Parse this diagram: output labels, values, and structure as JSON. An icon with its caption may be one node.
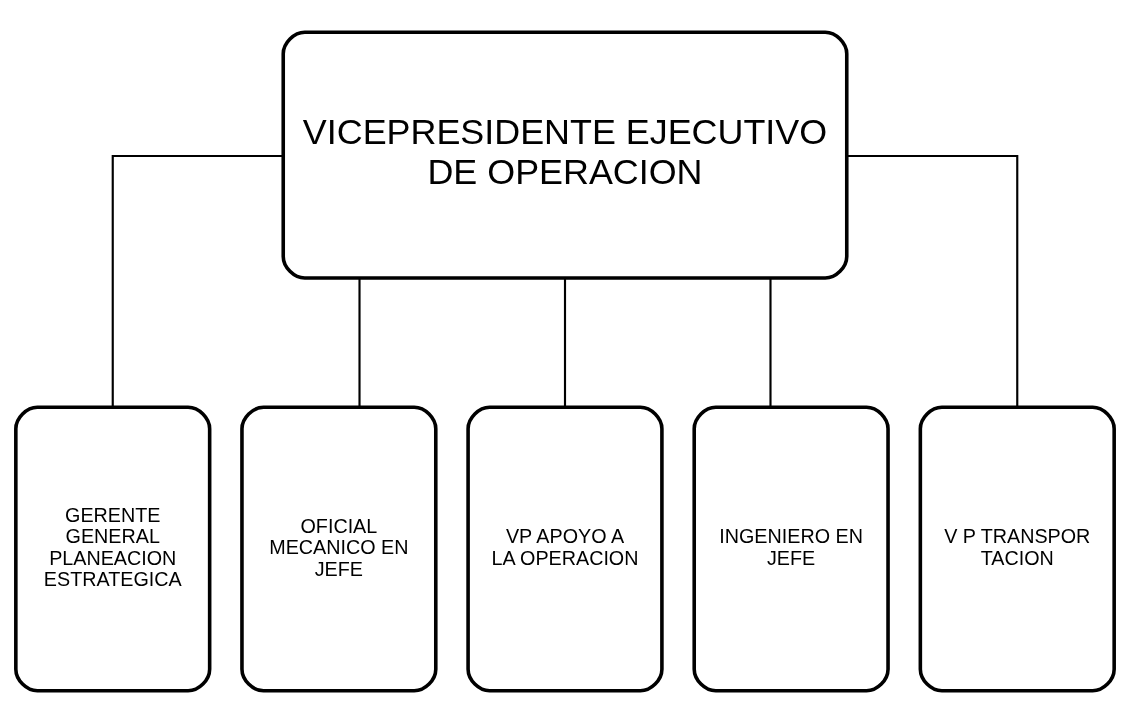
{
  "diagram": {
    "nodes": [
      {
        "text": [
          "VICEPRESIDENTE EJECUTIVO DE OPERACION"
        ]
      },
      {
        "text": [
          "GERENTE GENERAL PLANEACION ESTRATEGICA"
        ]
      },
      {
        "text": [
          "OFICIAL MECANICO EN JEFE"
        ]
      },
      {
        "text": [
          "VP APOYO A LA OPERACION"
        ]
      },
      {
        "text": [
          "INGENIERO EN JEFE"
        ]
      },
      {
        "text": [
          "V P TRANSPORTACION"
        ]
      }
    ],
    "edges": [
      {
        "from": 0,
        "to": 1,
        "arrow": "none"
      },
      {
        "from": 0,
        "to": 2,
        "arrow": "none"
      },
      {
        "from": 0,
        "to": 3,
        "arrow": "none"
      },
      {
        "from": 0,
        "to": 4,
        "arrow": "none"
      },
      {
        "from": 0,
        "to": 5,
        "arrow": "none"
      }
    ]
  }
}
